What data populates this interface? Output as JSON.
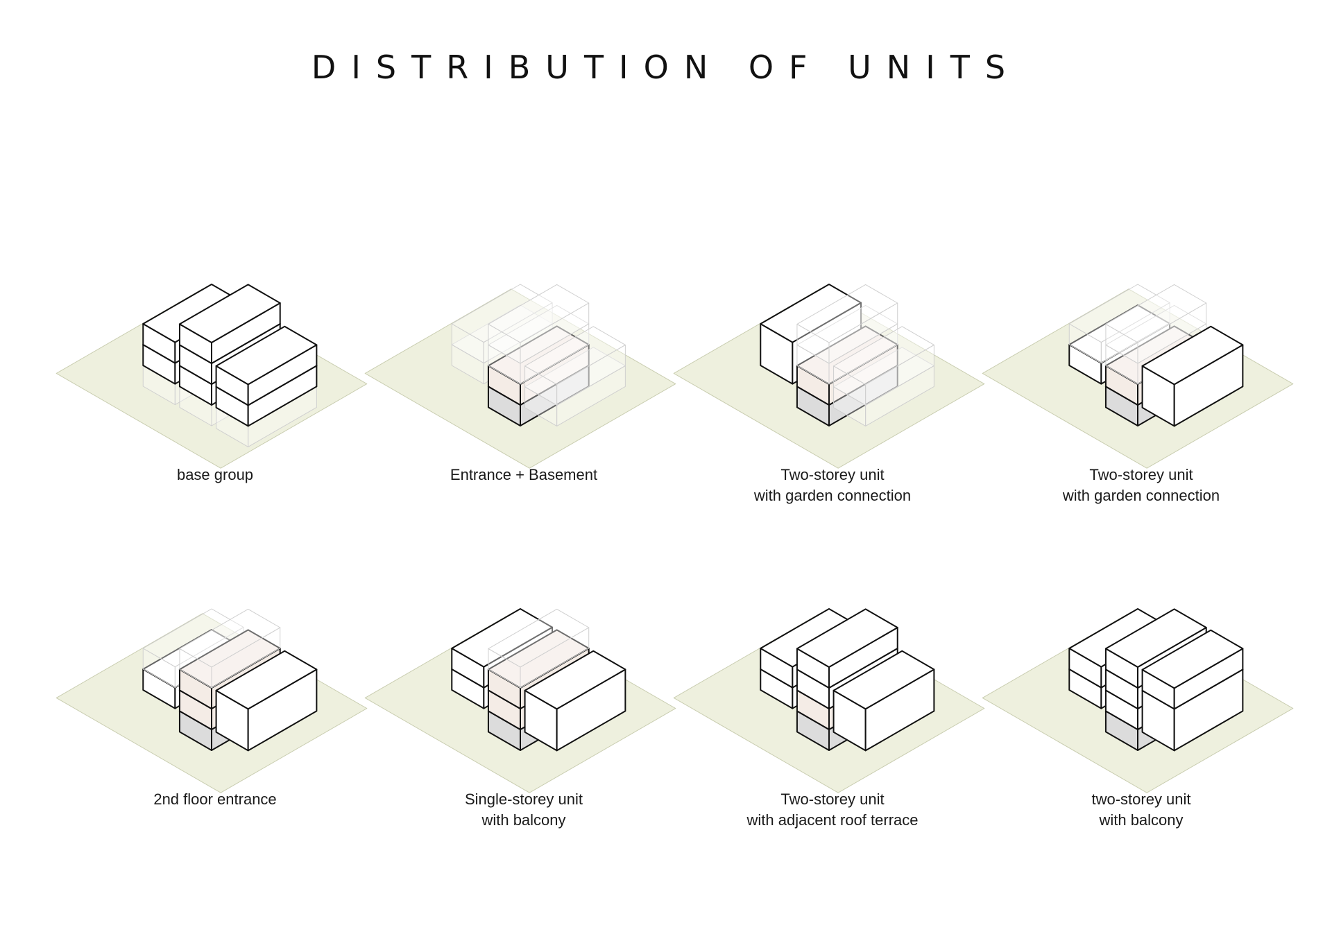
{
  "title": "DISTRIBUTION OF UNITS",
  "diagrams": [
    {
      "id": "base-group",
      "caption": [
        "base group"
      ],
      "variant": "base"
    },
    {
      "id": "entrance-basement",
      "caption": [
        "Entrance + Basement"
      ],
      "variant": "entrance"
    },
    {
      "id": "two-storey-garden-a",
      "caption": [
        "Two-storey unit",
        "with garden connection"
      ],
      "variant": "gardenA"
    },
    {
      "id": "two-storey-garden-b",
      "caption": [
        "Two-storey unit",
        "with garden connection"
      ],
      "variant": "gardenB"
    },
    {
      "id": "second-floor-entrance",
      "caption": [
        "2nd floor entrance"
      ],
      "variant": "second"
    },
    {
      "id": "single-storey-balcony",
      "caption": [
        "Single-storey unit",
        "with balcony"
      ],
      "variant": "single"
    },
    {
      "id": "two-storey-roof-terrace",
      "caption": [
        "Two-storey unit",
        "with adjacent roof terrace"
      ],
      "variant": "terrace"
    },
    {
      "id": "two-storey-balcony",
      "caption": [
        "two-storey unit",
        "with balcony"
      ],
      "variant": "balcony"
    }
  ],
  "colors": {
    "ground": "#eef0de",
    "ground_stroke": "#c9cdb0",
    "block_fill": "#ffffff",
    "block_stroke": "#111111",
    "ghost_stroke": "#cfcfcf",
    "pink": "#f4ece6",
    "grey": "#dcdcdc",
    "hatch": "#c9d3ad"
  }
}
